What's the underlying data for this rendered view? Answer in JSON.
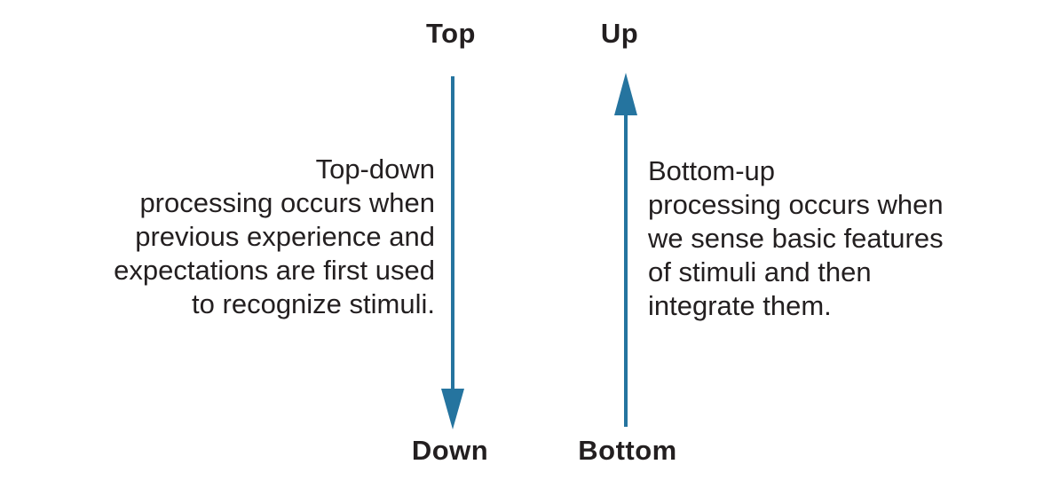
{
  "colors": {
    "arrow": "#25749f",
    "text": "#231f20",
    "background": "#ffffff"
  },
  "top_down": {
    "start_label": "Top",
    "end_label": "Down",
    "arrow_direction": "down",
    "description": "Top-down\nprocessing occurs when\nprevious experience and\nexpectations are first used\nto recognize stimuli."
  },
  "bottom_up": {
    "start_label": "Bottom",
    "end_label": "Up",
    "arrow_direction": "up",
    "description": "Bottom-up\nprocessing occurs when\nwe sense basic features\nof stimuli and then\nintegrate them."
  }
}
